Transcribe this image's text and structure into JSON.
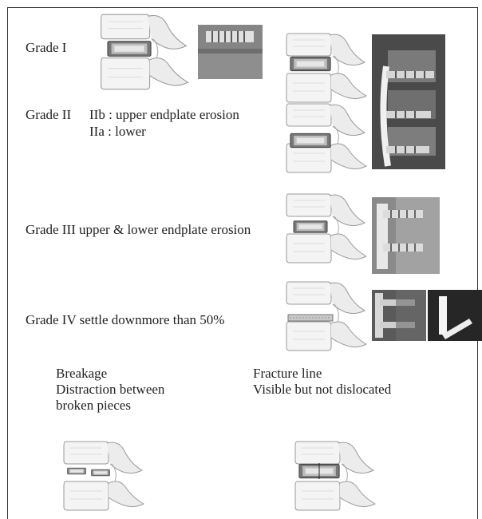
{
  "grades": [
    {
      "label": "Grade I"
    },
    {
      "label": "Grade II",
      "sub1": "IIb : upper endplate erosion",
      "sub2": "IIa : lower"
    },
    {
      "label": "Grade III upper & lower endplate erosion"
    },
    {
      "label": "Grade IV settle downmore than 50%"
    }
  ],
  "notes": {
    "breakage": [
      "Breakage",
      "Distraction between",
      "broken pieces"
    ],
    "fracture": [
      "Fracture line",
      "Visible but not dislocated"
    ]
  },
  "colors": {
    "text": "#222222",
    "border": "#333333",
    "xray_dark": "#3a3a3a",
    "xray_light": "#d8d8d8"
  }
}
